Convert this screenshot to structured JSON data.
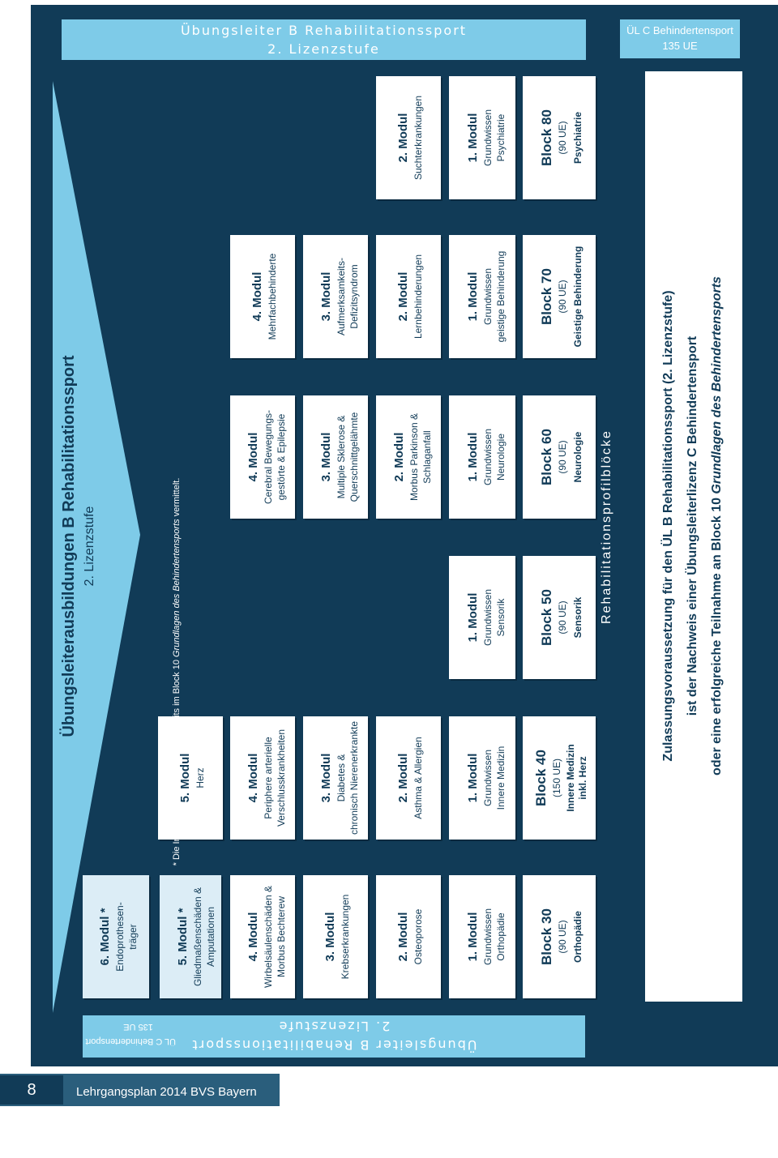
{
  "header": {
    "title_line1": "Übungsleiter B Rehabilitationssport",
    "title_line2": "2. Lizenzstufe",
    "c_title": "ÜL C Behindertensport",
    "c_units": "135 UE"
  },
  "triangle": {
    "title": "Übungsleiterausbildungen B Rehabilitationssport",
    "subtitle": "2. Lizenzstufe"
  },
  "columns": {
    "orthopaedie": {
      "m6_title": "6. Modul *",
      "m6_d1": "Endoprothesen-",
      "m6_d2": "träger",
      "m5_title": "5. Modul *",
      "m5_d1": "Gliedmaßenschäden &",
      "m5_d2": "Amputationen",
      "m4_title": "4. Modul",
      "m4_d1": "Wirbelsäulenschäden &",
      "m4_d2": "Morbus Bechterew",
      "m3_title": "3. Modul",
      "m3_d1": "Krebserkrankungen",
      "m2_title": "2. Modul",
      "m2_d1": "Osteoporose",
      "m1_title": "1. Modul",
      "m1_d1": "Grundwissen",
      "m1_d2": "Orthopädie",
      "block_title": "Block 30",
      "block_ue": "(90 UE)",
      "block_foot": "Orthopädie"
    },
    "innere": {
      "m5_title": "5. Modul",
      "m5_d1": "Herz",
      "m4_title": "4. Modul",
      "m4_d1": "Periphere arterielle",
      "m4_d2": "Verschlusskrankheiten",
      "m3_title": "3. Modul",
      "m3_d1": "Diabetes &",
      "m3_d2": "chronisch Nierenerkrankte",
      "m2_title": "2. Modul",
      "m2_d1": "Asthma & Allergien",
      "m1_title": "1. Modul",
      "m1_d1": "Grundwissen",
      "m1_d2": "Innere Medizin",
      "block_title": "Block 40",
      "block_ue": "(150 UE)",
      "block_foot1": "Innere Medizin",
      "block_foot2": "inkl. Herz"
    },
    "sensorik": {
      "m1_title": "1. Modul",
      "m1_d1": "Grundwissen",
      "m1_d2": "Sensorik",
      "block_title": "Block 50",
      "block_ue": "(90 UE)",
      "block_foot": "Sensorik"
    },
    "neurologie": {
      "m4_title": "4. Modul",
      "m4_d1": "Cerebral Bewegungs-",
      "m4_d2": "gestörte & Epilepsie",
      "m3_title": "3. Modul",
      "m3_d1": "Multiple Sklerose &",
      "m3_d2": "Querschnittgelähmte",
      "m2_title": "2. Modul",
      "m2_d1": "Morbus Parkinson &",
      "m2_d2": "Schlaganfall",
      "m1_title": "1. Modul",
      "m1_d1": "Grundwissen",
      "m1_d2": "Neurologie",
      "block_title": "Block 60",
      "block_ue": "(90 UE)",
      "block_foot": "Neurologie"
    },
    "geistig": {
      "m4_title": "4. Modul",
      "m4_d1": "Mehrfachbehinderte",
      "m3_title": "3. Modul",
      "m3_d1": "Aufmerksamkeits-",
      "m3_d2": "Defizitsyndrom",
      "m2_title": "2. Modul",
      "m2_d1": "Lernbehinderungen",
      "m1_title": "1. Modul",
      "m1_d1": "Grundwissen",
      "m1_d2": "geistige Behinderung",
      "block_title": "Block 70",
      "block_ue": "(90 UE)",
      "block_foot": "Geistige Behinderung"
    },
    "psychiatrie": {
      "m2_title": "2. Modul",
      "m2_d1": "Suchterkrankungen",
      "m1_title": "1. Modul",
      "m1_d1": "Grundwissen",
      "m1_d2": "Psychiatrie",
      "block_title": "Block 80",
      "block_ue": "(90 UE)",
      "block_foot": "Psychiatrie"
    }
  },
  "profile_label": "Rehabilitationsprofilblöcke",
  "requirement": {
    "line1": "Zulassungsvoraussetzung für den ÜL B Rehabilitationssport (2. Lizenzstufe)",
    "line2": "ist der Nachweis einer Übungsleiterlizenz C Behindertensport",
    "line3_prefix": "oder eine erfolgreiche Teilnahme an Block 10 ",
    "line3_italic": "Grundlagen des Behindertensports"
  },
  "footnote": {
    "prefix": "* Die Inhalte des Moduls werden bereits im Block 10 ",
    "italic": "Grundlagen des Behindertensports",
    "suffix": " vermittelt."
  },
  "page": {
    "number": "8",
    "label": "Lehrgangsplan 2014 BVS Bayern"
  },
  "colors": {
    "panel": "#113b57",
    "accent": "#7ecbe8",
    "card": "#ffffff",
    "card_light": "#dcedf6"
  }
}
